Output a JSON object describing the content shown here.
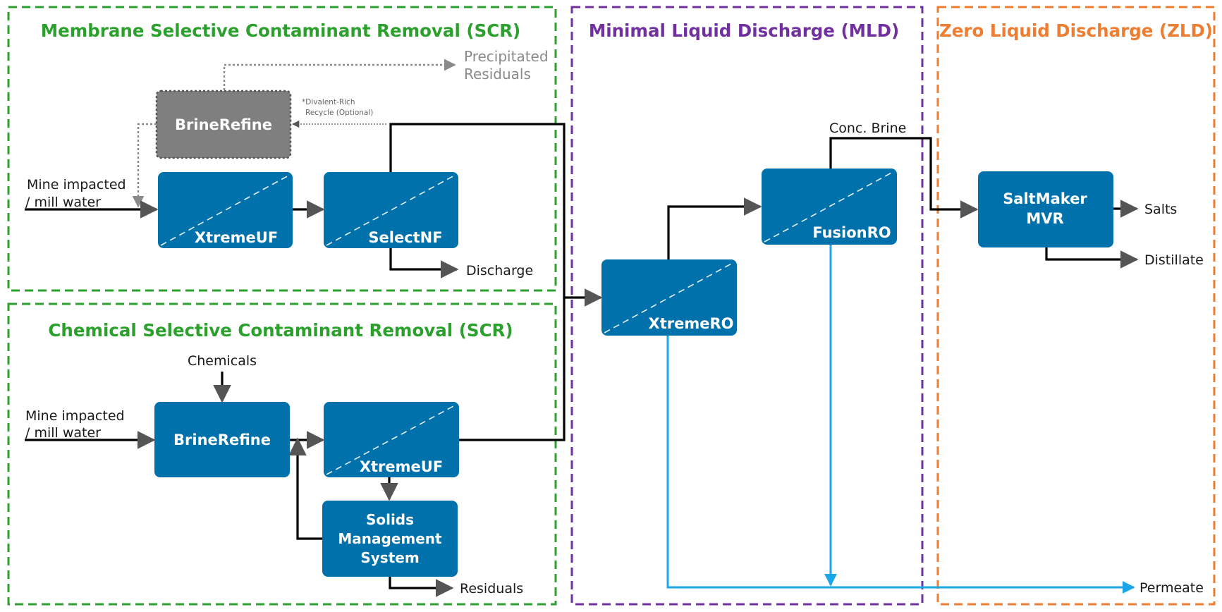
{
  "sections": {
    "membrane_scr": {
      "title": "Membrane Selective Contaminant Removal (SCR)",
      "color": "#2ca02c"
    },
    "chemical_scr": {
      "title": "Chemical Selective Contaminant Removal (SCR)",
      "color": "#2ca02c"
    },
    "mld": {
      "title": "Minimal Liquid Discharge (MLD)",
      "color": "#7030a0"
    },
    "zld": {
      "title": "Zero Liquid Discharge (ZLD)",
      "color": "#ed7d31"
    }
  },
  "boxes": {
    "brinerefine_top": "BrineRefine",
    "xtremeuf_top": "XtremeUF",
    "selectnf": "SelectNF",
    "brinerefine_bottom": "BrineRefine",
    "xtremeuf_bottom": "XtremeUF",
    "solids_line1": "Solids",
    "solids_line2": "Management",
    "solids_line3": "System",
    "xtremero": "XtremeRO",
    "fusionro": "FusionRO",
    "saltmaker_line1": "SaltMaker",
    "saltmaker_line2": "MVR"
  },
  "labels": {
    "feed_top_line1": "Mine impacted",
    "feed_top_line2": "/ mill water",
    "feed_bottom_line1": "Mine impacted",
    "feed_bottom_line2": "/ mill water",
    "precip_line1": "Precipitated",
    "precip_line2": "Residuals",
    "divalent_line1": "*Divalent-Rich",
    "divalent_line2": "Recycle (Optional)",
    "discharge": "Discharge",
    "chemicals": "Chemicals",
    "residuals": "Residuals",
    "conc_brine": "Conc. Brine",
    "salts": "Salts",
    "distillate": "Distillate",
    "permeate": "Permeate"
  },
  "colors": {
    "box_fill": "#0071aa",
    "box_grey": "#7f7f7f",
    "permeate_line": "#1aa6e8",
    "flow_line": "#000000"
  }
}
